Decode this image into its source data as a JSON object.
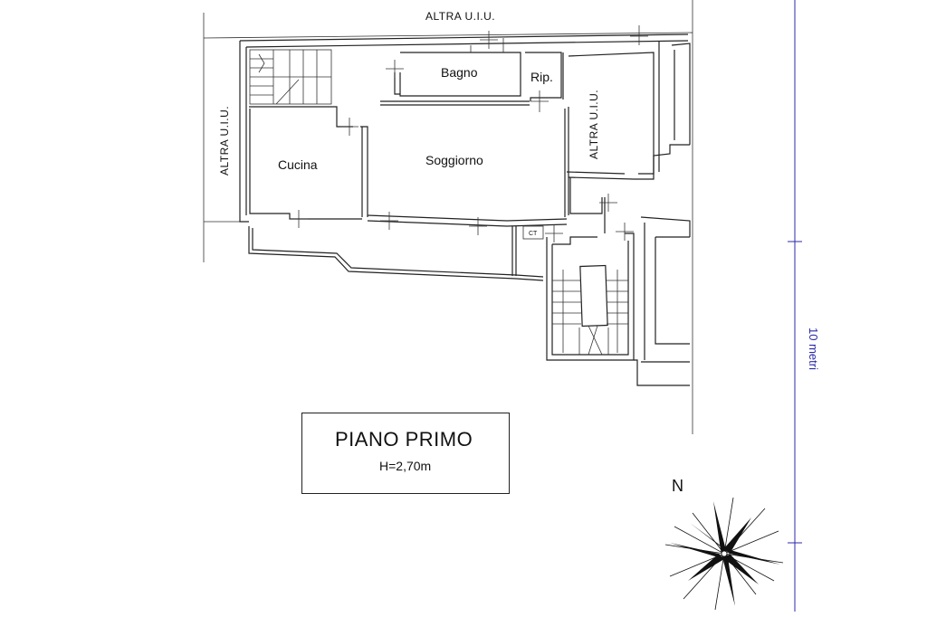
{
  "plan": {
    "neighbor_top": "ALTRA U.I.U.",
    "neighbor_left": "ALTRA U.I.U.",
    "neighbor_right": "ALTRA U.I.U.",
    "rooms": {
      "bagno": "Bagno",
      "ripostiglio": "Rip.",
      "cucina": "Cucina",
      "soggiorno": "Soggiorno",
      "ct": "CT"
    }
  },
  "title": {
    "floor": "PIANO PRIMO",
    "height": "H=2,70m"
  },
  "scale": {
    "label": "10 metri",
    "color": "#2a2aa8"
  },
  "north": {
    "letter": "N",
    "icon": "compass-rose-icon"
  }
}
